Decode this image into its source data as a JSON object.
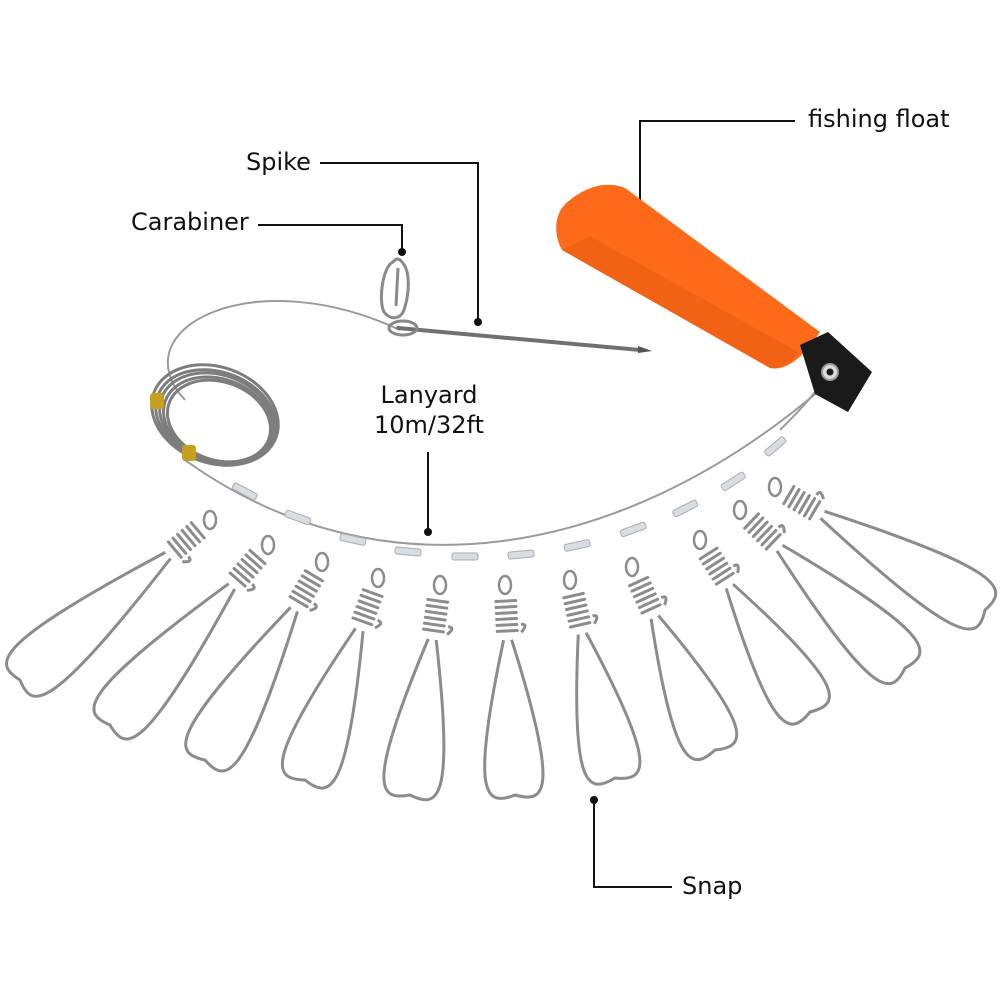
{
  "labels": {
    "fishing_float": "fishing float",
    "spike": "Spike",
    "carabiner": "Carabiner",
    "lanyard_line1": "Lanyard",
    "lanyard_line2": "10m/32ft",
    "snap": "Snap"
  },
  "colors": {
    "float": "#ff6a1a",
    "float_shadow": "#e65a0f",
    "strap": "#1a1a1a",
    "wire": "#9a9a9a",
    "coil": "#7d7d7d",
    "tape": "#c8a020",
    "steel": "#8c8c8c",
    "leader_line": "#111111"
  },
  "snap_count": 11
}
